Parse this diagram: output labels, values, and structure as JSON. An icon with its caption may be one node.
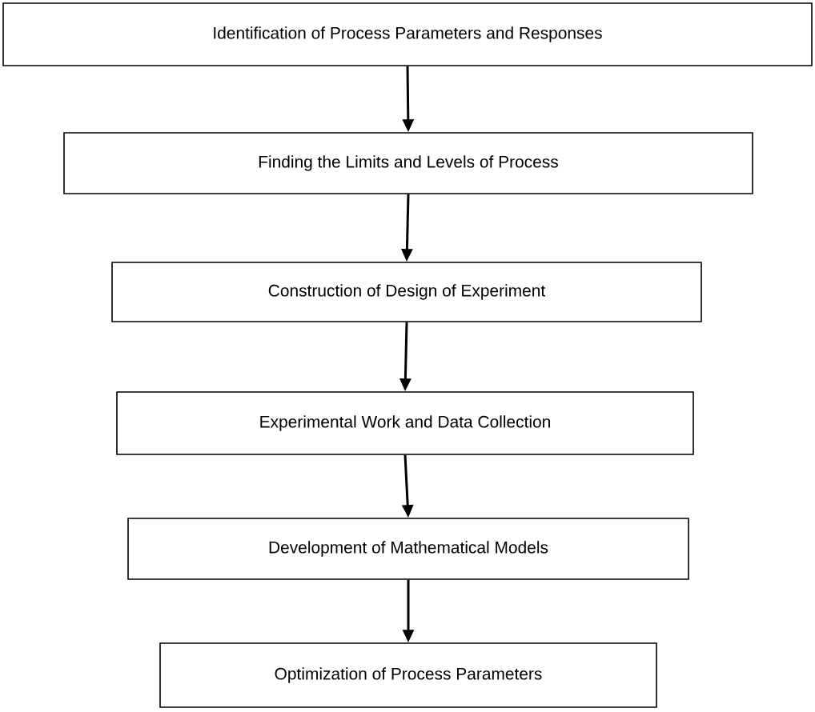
{
  "diagram": {
    "nodes": [
      {
        "text": [
          "Identification of Process Parameters and Responses"
        ]
      },
      {
        "text": [
          "Finding the Limits and Levels of Process"
        ]
      },
      {
        "text": [
          "Construction of Design of Experiment"
        ]
      },
      {
        "text": [
          "Experimental Work and Data Collection"
        ]
      },
      {
        "text": [
          "Development of Mathematical Models"
        ]
      },
      {
        "text": [
          "Optimization of Process Parameters"
        ]
      }
    ],
    "edges": [
      {
        "from": 0,
        "to": 1,
        "arrow": "to"
      },
      {
        "from": 1,
        "to": 2,
        "arrow": "to"
      },
      {
        "from": 2,
        "to": 3,
        "arrow": "to"
      },
      {
        "from": 3,
        "to": 4,
        "arrow": "to"
      },
      {
        "from": 4,
        "to": 5,
        "arrow": "to"
      }
    ]
  }
}
